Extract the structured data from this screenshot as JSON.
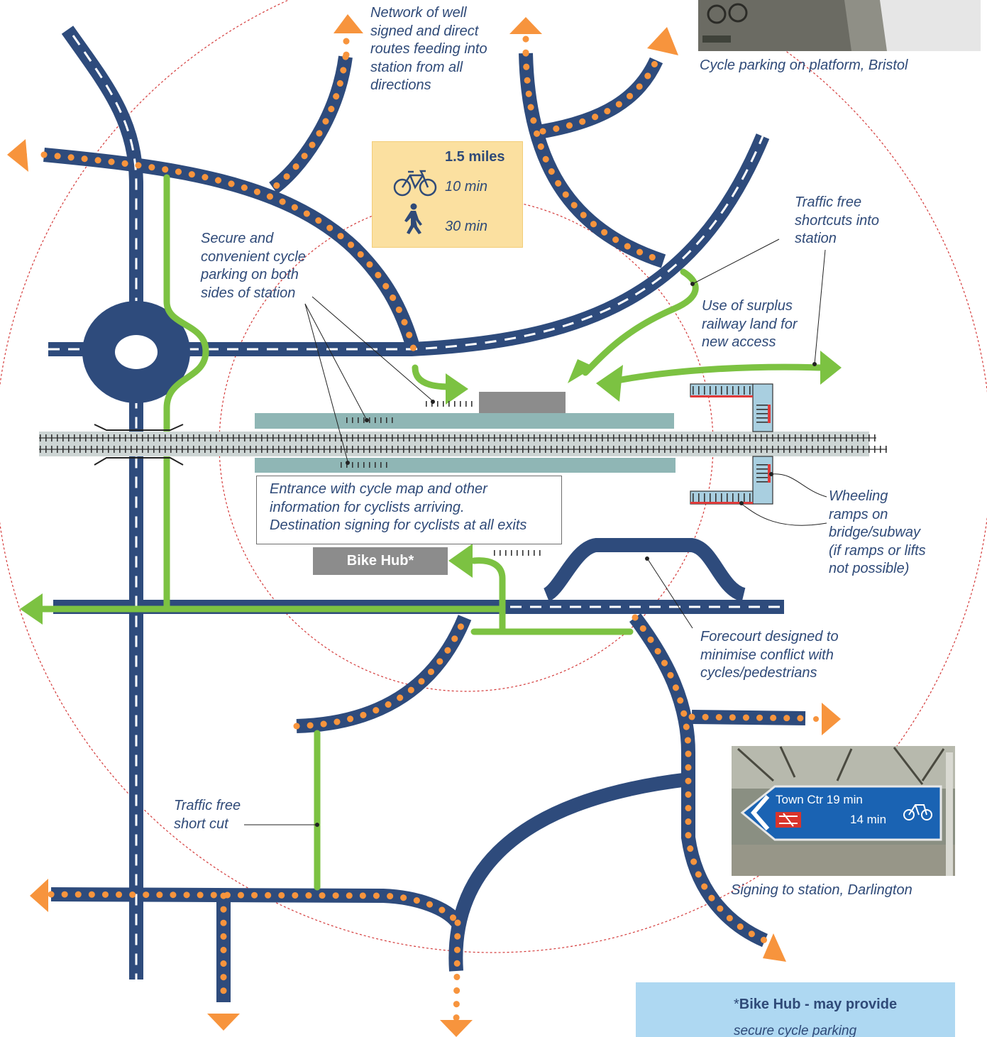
{
  "annotations": {
    "network": [
      "Network of well",
      "signed and direct",
      "routes feeding into",
      "station from all",
      "directions"
    ],
    "parking": [
      "Secure and",
      "convenient cycle",
      "parking on both",
      "sides of station"
    ],
    "shortcuts": [
      "Traffic free",
      "shortcuts into",
      "station"
    ],
    "surplus": [
      "Use of surplus",
      "railway land for",
      "new access"
    ],
    "entrance": [
      "Entrance with cycle map and other",
      "information for cyclists arriving.",
      "Destination signing for cyclists at all exits"
    ],
    "wheeling": [
      "Wheeling",
      "ramps on",
      "bridge/subway",
      "(if ramps or lifts",
      "not possible)"
    ],
    "forecourt": [
      "Forecourt designed to",
      "minimise conflict with",
      "cycles/pedestrians"
    ],
    "shortcut": [
      "Traffic free",
      "short cut"
    ]
  },
  "stats": {
    "distance": "1.5 miles",
    "cycle_time": "10 min",
    "walk_time": "30 min"
  },
  "bike_hub": {
    "label": "Bike Hub*"
  },
  "photos": {
    "bristol_caption": "Cycle parking on platform, Bristol",
    "darlington_caption": "Signing to station, Darlington",
    "sign_line1": "Town Ctr  19 min",
    "sign_line2": "14 min"
  },
  "legend": {
    "asterisk": "*",
    "title": "Bike Hub - may provide",
    "item": "secure cycle parking"
  },
  "colors": {
    "road": "#2e4b7c",
    "route_dots": "#f7943d",
    "green_path": "#7cc242",
    "platform": "#8fb6b5",
    "railway": "#cdd5d4",
    "stair_bridge": "#a9cfe0",
    "building": "#8c8c8c",
    "catchment": "#d43a3a",
    "stat_box": "#fbe0a0",
    "legend_box": "#aed8f2"
  }
}
